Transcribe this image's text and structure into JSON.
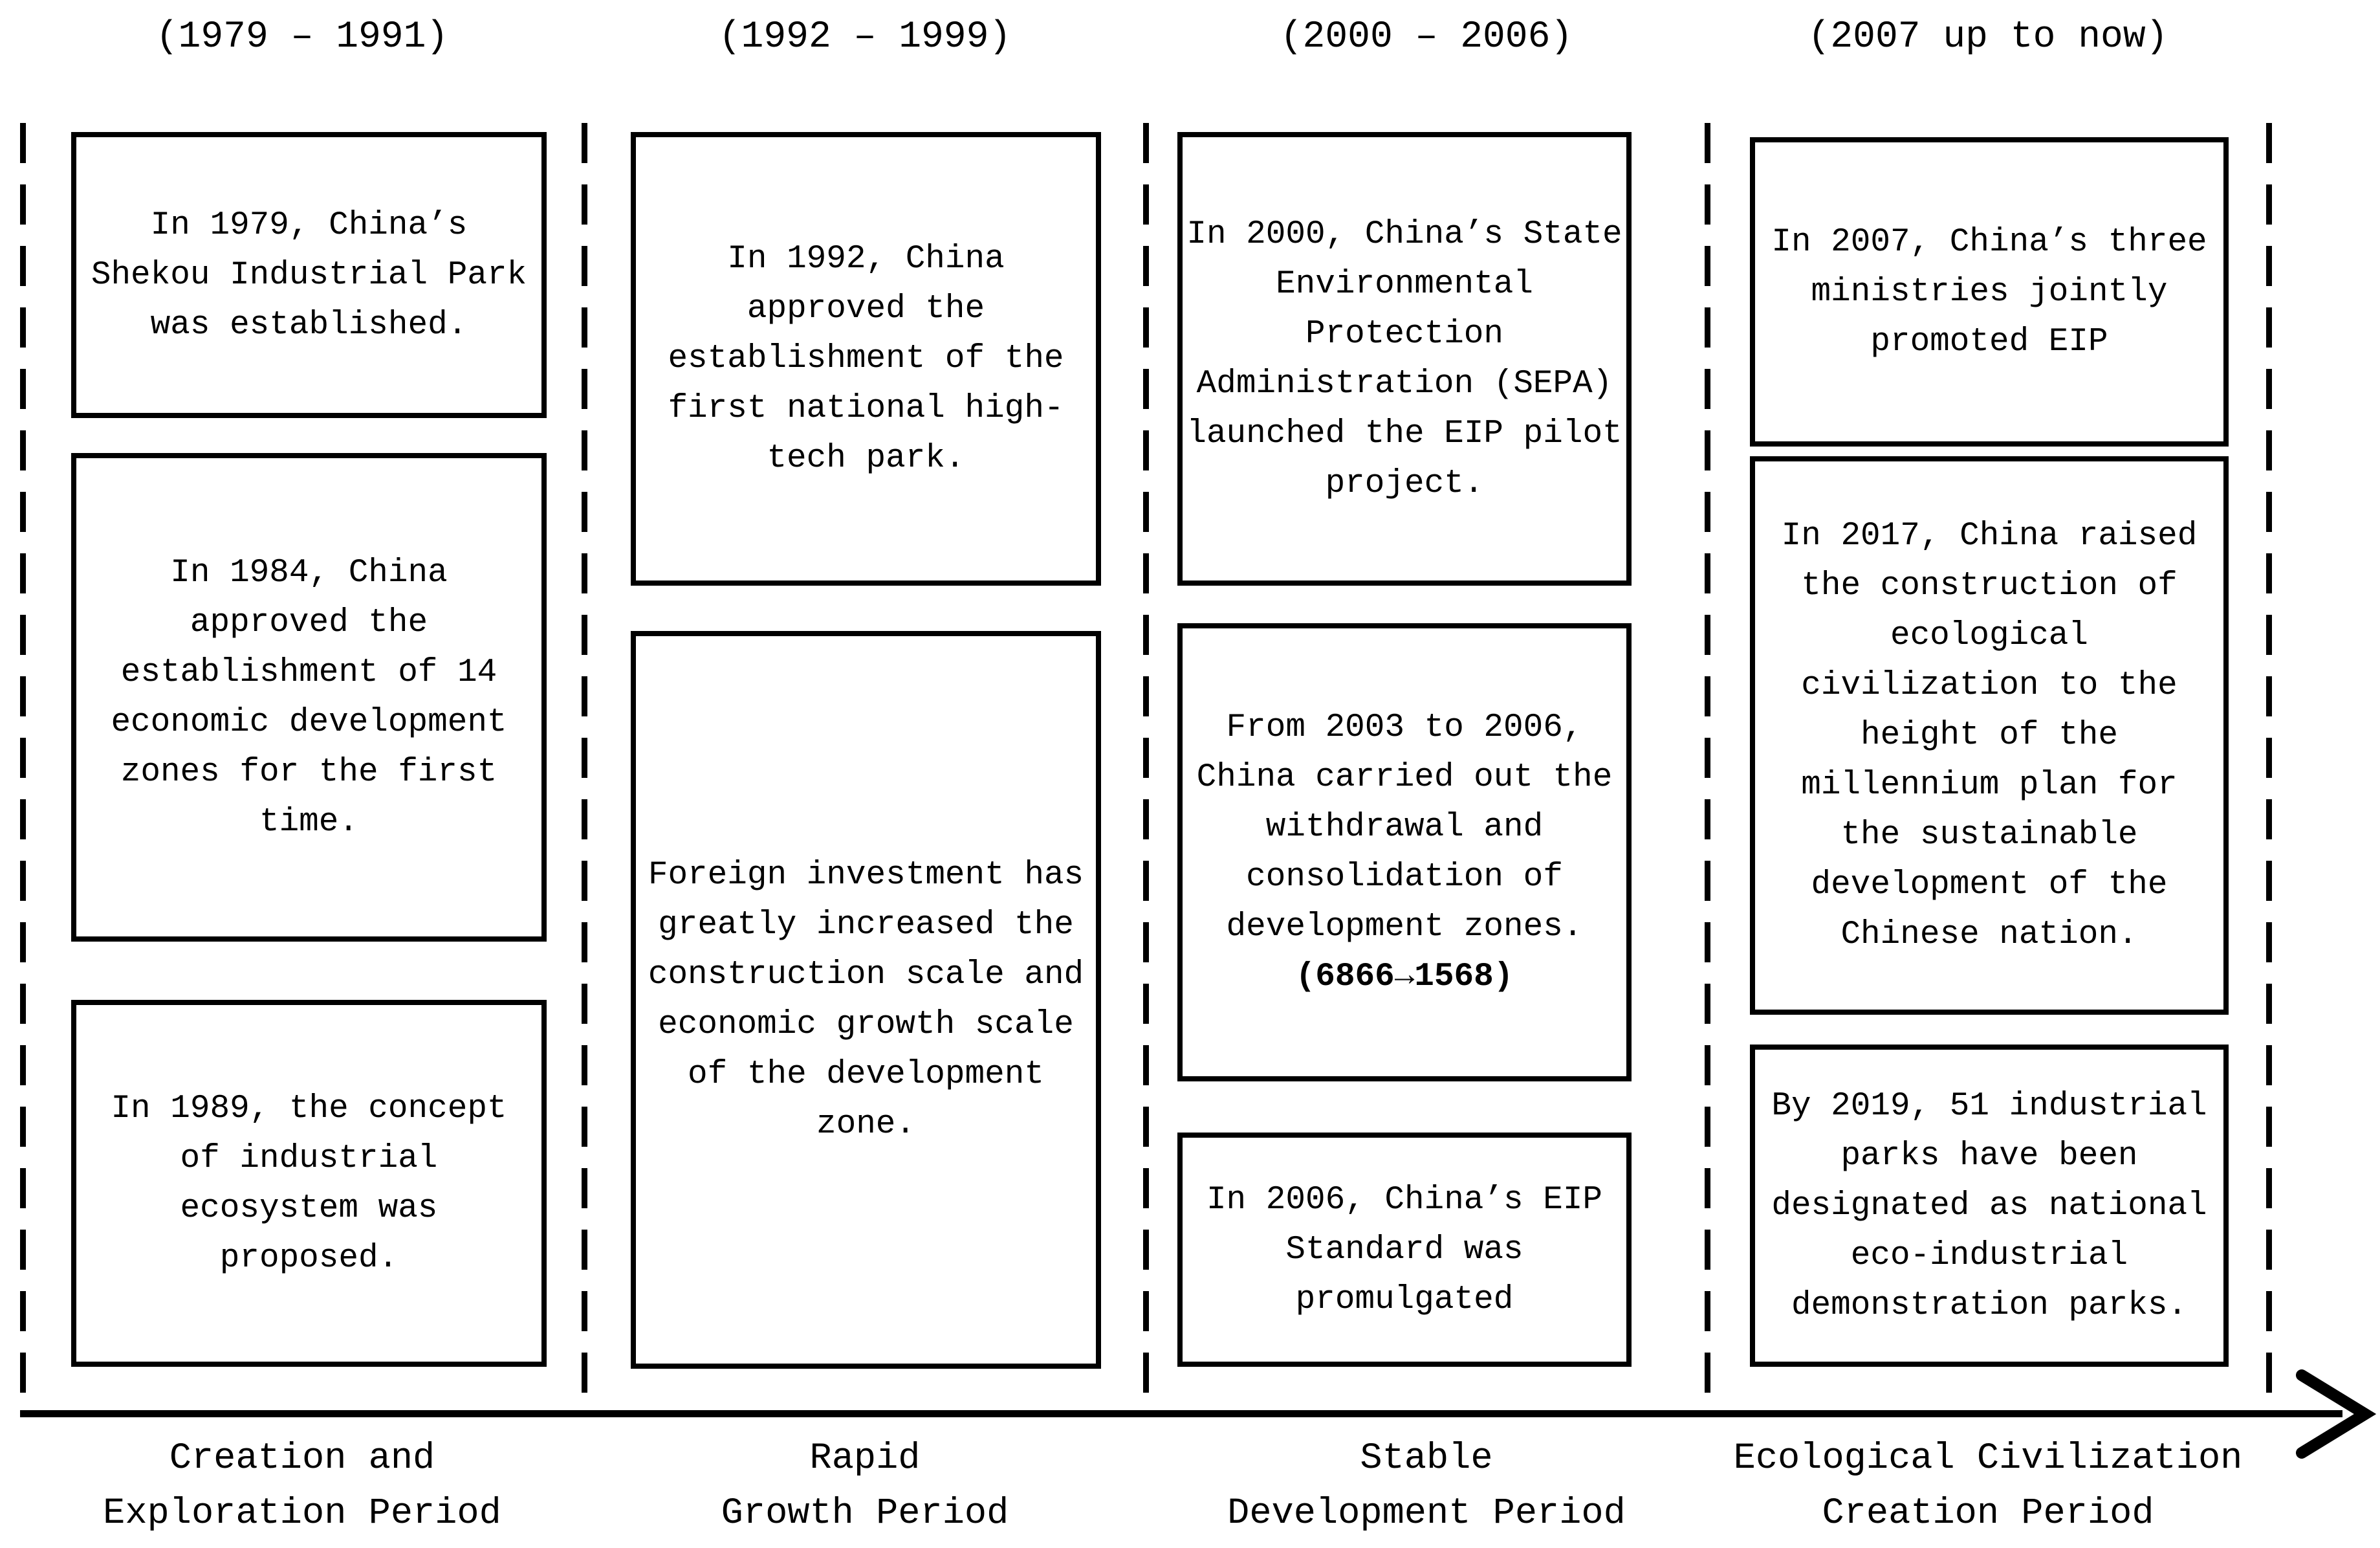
{
  "colors": {
    "ink": "#000000",
    "background": "#ffffff"
  },
  "periods": [
    {
      "year_range": "(1979 – 1991)",
      "label_lines": [
        "Creation and",
        "Exploration Period"
      ],
      "boxes": [
        {
          "lines": [
            "In 1979, China’s",
            "Shekou Industrial Park",
            "was established."
          ]
        },
        {
          "lines": [
            "In 1984, China",
            "approved the",
            "establishment of 14",
            "economic development",
            "zones for the first",
            "time."
          ]
        },
        {
          "lines": [
            "In 1989, the concept",
            "of industrial",
            "ecosystem was",
            "proposed."
          ]
        }
      ]
    },
    {
      "year_range": "(1992 – 1999)",
      "label_lines": [
        "Rapid",
        "Growth Period"
      ],
      "boxes": [
        {
          "lines": [
            "In 1992, China",
            "approved the",
            "establishment of the",
            "first national high-",
            "tech park."
          ]
        },
        {
          "lines": [
            "Foreign investment has",
            "greatly increased the",
            "construction scale and",
            "economic growth scale",
            "of the development",
            "zone."
          ]
        }
      ]
    },
    {
      "year_range": "(2000 – 2006)",
      "label_lines": [
        "Stable",
        "Development Period"
      ],
      "boxes": [
        {
          "lines": [
            "In 2000, China’s State",
            "Environmental",
            "Protection",
            "Administration (SEPA)",
            "launched the EIP pilot",
            "project."
          ]
        },
        {
          "lines": [
            "From 2003 to 2006,",
            "China carried out the",
            "withdrawal and",
            "consolidation of",
            "development zones."
          ],
          "bold_line": "(6866→1568)"
        },
        {
          "lines": [
            "In 2006, China’s EIP",
            "Standard was",
            "promulgated"
          ]
        }
      ]
    },
    {
      "year_range": "(2007 up to now)",
      "label_lines": [
        "Ecological Civilization",
        "Creation Period"
      ],
      "boxes": [
        {
          "lines": [
            "In 2007, China’s three",
            "ministries jointly",
            "promoted EIP"
          ]
        },
        {
          "lines": [
            "In 2017, China raised",
            "the construction of",
            "ecological",
            "civilization to the",
            "height of the",
            "millennium plan for",
            "the sustainable",
            "development of the",
            "Chinese nation."
          ]
        },
        {
          "lines": [
            "By 2019, 51 industrial",
            "parks have been",
            "designated as national",
            "eco-industrial",
            "demonstration parks."
          ]
        }
      ]
    }
  ]
}
